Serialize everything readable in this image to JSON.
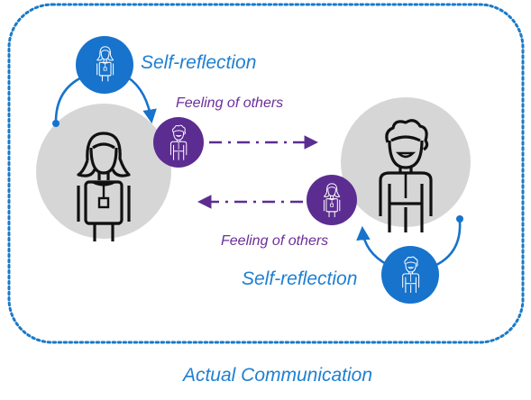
{
  "labels": {
    "self_reflection_top": "Self-reflection",
    "feeling_top": "Feeling of others",
    "feeling_bottom": "Feeling of others",
    "self_reflection_bottom": "Self-reflection",
    "caption": "Actual Communication"
  },
  "colors": {
    "frame": "#1a7ac7",
    "blue_circle": "#1773cc",
    "purple_circle": "#5c2d91",
    "purple_text": "#6b2f9a",
    "blue_text": "#1f7fd1",
    "grey_circle": "#d6d6d6",
    "figure_stroke": "#111111",
    "icon_stroke": "#ffffff"
  },
  "icons": {
    "left_person": "woman-person-icon",
    "right_person": "man-person-icon",
    "small_woman": "woman-icon",
    "small_man": "man-icon"
  }
}
